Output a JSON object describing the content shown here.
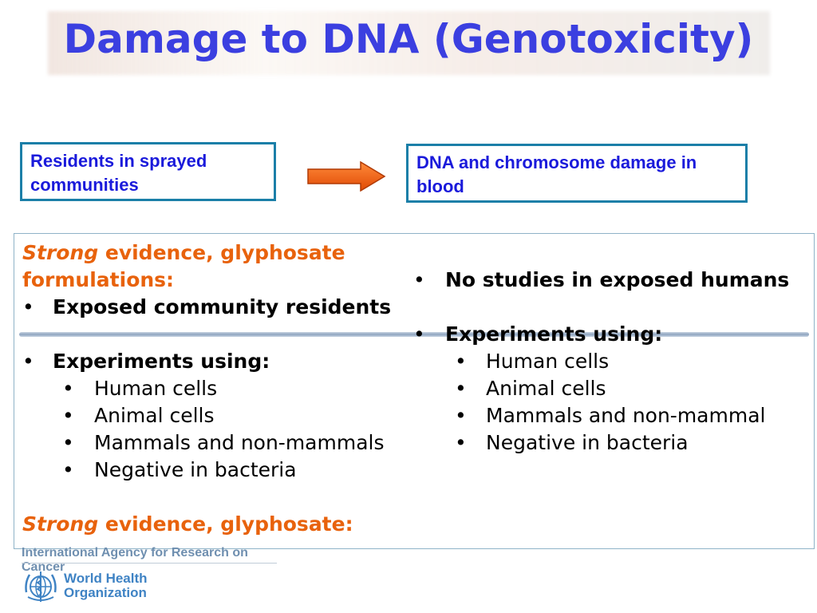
{
  "title": "Damage to DNA (Genotoxicity)",
  "flow": {
    "left_box": "Residents in sprayed communities",
    "right_box": "DNA and chromosome damage in blood",
    "arrow_color": "#e8620c"
  },
  "left_column": {
    "heading_strong": "Strong",
    "heading_rest": " evidence, glyphosate formulations:",
    "bullet_1": "Exposed community residents",
    "bullet_2": "Experiments using:",
    "sub_items": [
      "Human cells",
      "Animal cells",
      "Mammals and non-mammals",
      "Negative in bacteria"
    ],
    "footer_strong": "Strong",
    "footer_rest": " evidence, glyphosate:"
  },
  "right_column": {
    "bullet_1": "No studies in exposed humans",
    "bullet_2": "Experiments using:",
    "sub_items": [
      "Human cells",
      "Animal cells",
      "Mammals and non-mammal",
      "Negative in bacteria"
    ]
  },
  "logos": {
    "iarc": "International Agency for Research on Cancer",
    "who_line1": "World Health",
    "who_line2": "Organization"
  },
  "colors": {
    "title": "#3b3fe0",
    "accent_orange": "#e8620c",
    "box_border": "#1b7fa8",
    "box_text": "#1a1adb"
  }
}
